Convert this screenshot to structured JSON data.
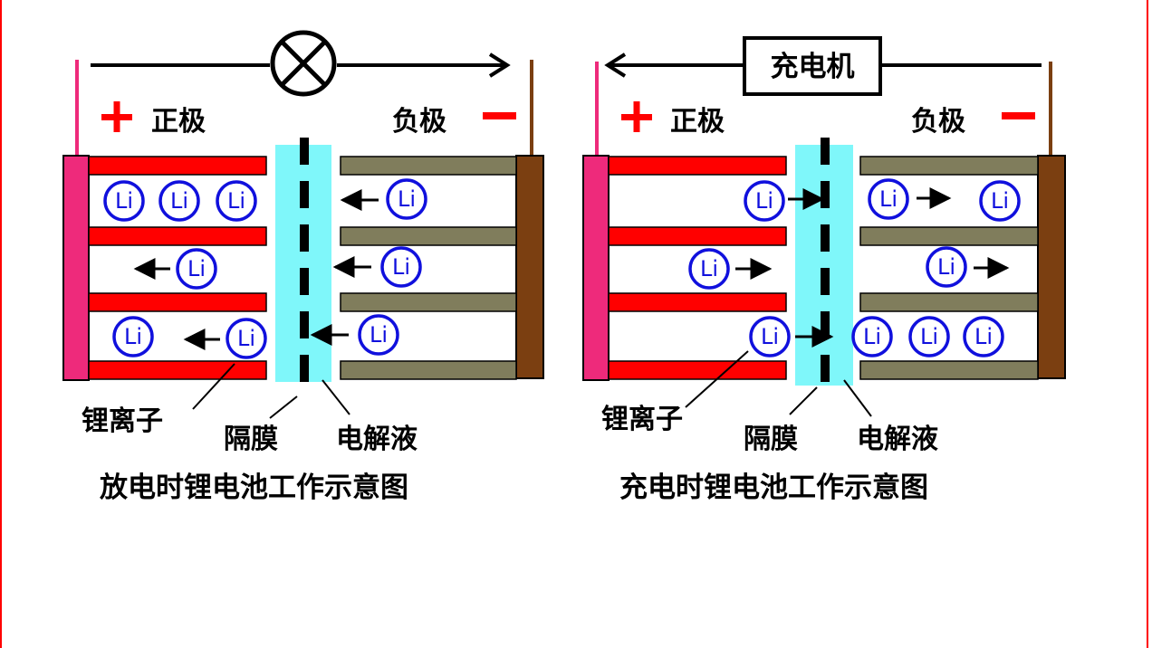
{
  "colors": {
    "positive_plate": "#ff0000",
    "positive_collector": "#ee2a7b",
    "negative_plate": "#807d5c",
    "negative_collector": "#7b3f11",
    "electrolyte": "#7ff7fa",
    "ion": "#1010dd",
    "sign": "#ff0000",
    "frame_red": "#ff0000"
  },
  "ion_label": "Li",
  "discharge": {
    "positive_label": "正极",
    "negative_label": "负极",
    "positive_sign": "+",
    "negative_sign": "−",
    "label_ion": "锂离子",
    "label_separator": "隔膜",
    "label_electrolyte": "电解液",
    "caption": "放电时锂电池工作示意图",
    "load_icon": "lamp-icon"
  },
  "charge": {
    "positive_label": "正极",
    "negative_label": "负极",
    "positive_sign": "+",
    "negative_sign": "−",
    "label_ion": "锂离子",
    "label_separator": "隔膜",
    "label_electrolyte": "电解液",
    "caption": "充电时锂电池工作示意图",
    "charger_label": "充电机"
  }
}
